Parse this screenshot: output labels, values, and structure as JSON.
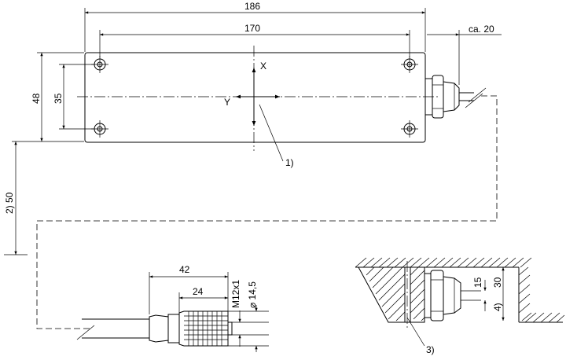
{
  "dimensions": {
    "total_length": "186",
    "hole_spacing": "170",
    "cable_gland": "ca. 20",
    "height": "48",
    "hole_height": "35",
    "cable_length": "2) 50",
    "connector_length": "42",
    "connector_nut": "24",
    "thread": "M12x1",
    "diameter": "⌀ 14,5",
    "gland_height": "15",
    "mount_height": "30",
    "mount_note": "4)"
  },
  "axes": {
    "x": "X",
    "y": "Y"
  },
  "notes": {
    "note1": "1)",
    "note3": "3)"
  }
}
